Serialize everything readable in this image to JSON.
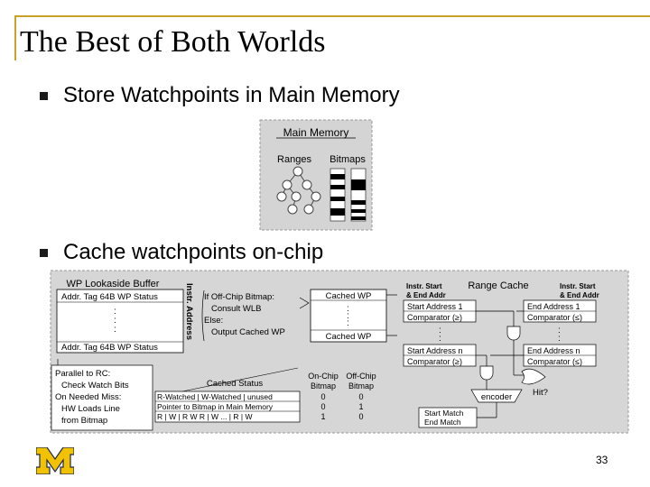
{
  "slide": {
    "title": "The Best of Both Worlds",
    "page_number": "33"
  },
  "bullets": [
    {
      "text": "Store Watchpoints in Main Memory"
    },
    {
      "text": "Cache watchpoints on-chip"
    }
  ],
  "main_memory": {
    "title": "Main Memory",
    "ranges_label": "Ranges",
    "bitmaps_label": "Bitmaps"
  },
  "wlb": {
    "title": "WP Lookaside Buffer",
    "row1": "Addr. Tag  64B WP Status",
    "row2": "Addr. Tag  64B WP Status",
    "instr_addr": "Instr. Address",
    "dots": ":"
  },
  "logic": {
    "line1": "If Off-Chip Bitmap:",
    "line2": "Consult WLB",
    "line3": "Else:",
    "line4": "Output Cached WP"
  },
  "cached_wp": {
    "row1": "Cached WP",
    "row2": "Cached WP",
    "dots": ":"
  },
  "range_cache": {
    "title": "Range Cache",
    "instr_left_1": "Instr. Start",
    "instr_left_2": "& End Addr",
    "instr_right_1": "Instr. Start",
    "instr_right_2": "& End Addr",
    "sa1": "Start Address 1",
    "cmp_ge_1": "Comparator (≥)",
    "ea1": "End Address 1",
    "cmp_le_1": "Comparator (≤)",
    "san": "Start Address n",
    "cmp_ge_n": "Comparator (≥)",
    "ean": "End Address n",
    "cmp_le_n": "Comparator (≤)",
    "encoder": "encoder",
    "hit": "Hit?",
    "start_match": "Start Match",
    "end_match": "End Match",
    "dots": ":"
  },
  "parallel_note": {
    "line1": "Parallel to RC:",
    "line2": "Check Watch Bits",
    "line3": "On Needed Miss:",
    "line4": "HW Loads Line",
    "line5": "from Bitmap"
  },
  "status_table": {
    "header_cached": "Cached Status",
    "header_onchip_1": "On-Chip",
    "header_onchip_2": "Bitmap",
    "header_offchip_1": "Off-Chip",
    "header_offchip_2": "Bitmap",
    "rows": [
      {
        "label": "R-Watched | W-Watched | unused",
        "on": "0",
        "off": "0"
      },
      {
        "label": "Pointer to Bitmap in Main Memory",
        "on": "0",
        "off": "1"
      },
      {
        "label": "R | W | R  W  R | W      ...      | R | W",
        "on": "1",
        "off": "0"
      }
    ]
  }
}
